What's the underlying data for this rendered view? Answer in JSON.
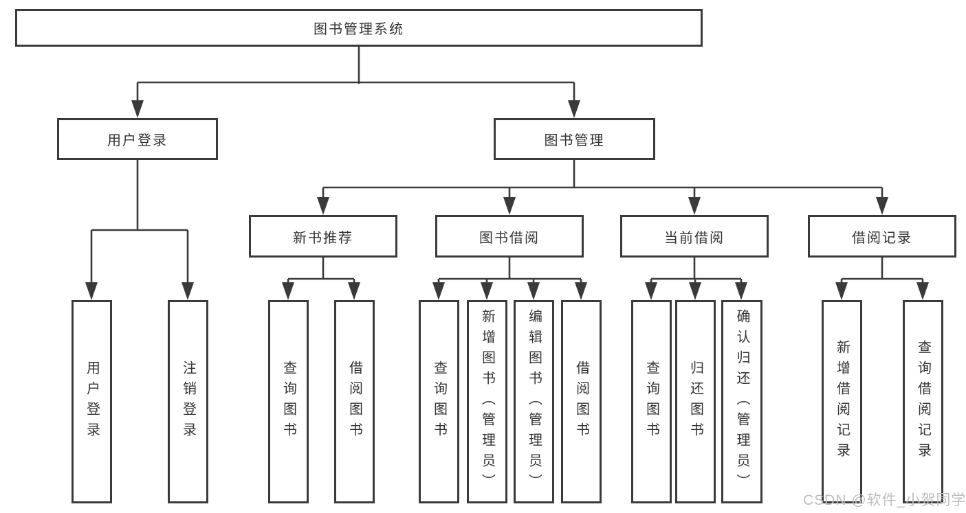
{
  "tree": {
    "label": "图书管理系统",
    "children": [
      {
        "label": "用户登录",
        "children": [
          {
            "label": "用户登录"
          },
          {
            "label": "注销登录"
          }
        ]
      },
      {
        "label": "图书管理",
        "children": [
          {
            "label": "新书推荐",
            "children": [
              {
                "label": "查询图书"
              },
              {
                "label": "借阅图书"
              }
            ]
          },
          {
            "label": "图书借阅",
            "children": [
              {
                "label": "查询图书"
              },
              {
                "label": "新增图书（管理员）"
              },
              {
                "label": "编辑图书（管理员）"
              },
              {
                "label": "借阅图书"
              }
            ]
          },
          {
            "label": "当前借阅",
            "children": [
              {
                "label": "查询图书"
              },
              {
                "label": "归还图书"
              },
              {
                "label": "确认归还（管理员）"
              }
            ]
          },
          {
            "label": "借阅记录",
            "children": [
              {
                "label": "新增借阅记录"
              },
              {
                "label": "查询借阅记录"
              }
            ]
          }
        ]
      }
    ]
  },
  "watermark": "CSDN @软件_小贺同学",
  "colors": {
    "line": "#3a3a3a",
    "text": "#333333",
    "watermark": "#bdbdbd",
    "background": "#ffffff"
  }
}
